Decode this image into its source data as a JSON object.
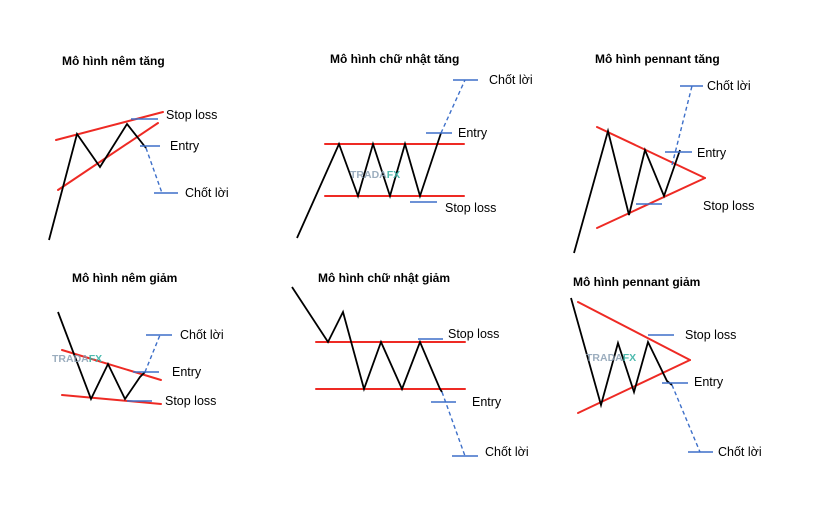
{
  "colors": {
    "trendline": "#ee2a24",
    "price": "#000000",
    "marker": "#3d6fc9",
    "watermark_text": "#8a9fb3",
    "watermark_accent": "#3bb3a6"
  },
  "watermark": {
    "part1": "TRADA",
    "part2": "FX"
  },
  "patterns": [
    {
      "title": "Mô hình nêm tăng",
      "stop": "Stop loss",
      "entry": "Entry",
      "target": "Chốt lời"
    },
    {
      "title": "Mô hình chữ nhật tăng",
      "stop": "Stop loss",
      "entry": "Entry",
      "target": "Chốt lời"
    },
    {
      "title": "Mô hình pennant tăng",
      "stop": "Stop loss",
      "entry": "Entry",
      "target": "Chốt lời"
    },
    {
      "title": "Mô hình nêm giảm",
      "stop": "Stop loss",
      "entry": "Entry",
      "target": "Chốt lời"
    },
    {
      "title": "Mô hình chữ nhật giảm",
      "stop": "Stop loss",
      "entry": "Entry",
      "target": "Chốt lời"
    },
    {
      "title": "Mô hình pennant giảm",
      "stop": "Stop loss",
      "entry": "Entry",
      "target": "Chốt lời"
    }
  ]
}
